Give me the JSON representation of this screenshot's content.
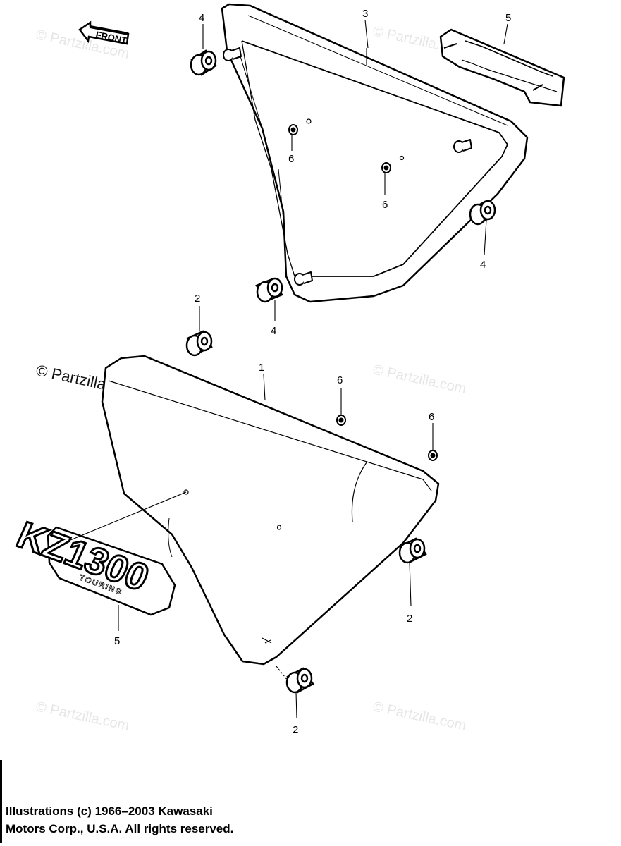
{
  "diagram": {
    "front_label": "FRONT",
    "emblem_text": "KZ1300",
    "emblem_subtext": "TOURING",
    "watermark_text": "© Partzilla.com",
    "callouts": {
      "c1": "1",
      "c2a": "2",
      "c2b": "2",
      "c2c": "2",
      "c3": "3",
      "c4a": "4",
      "c4b": "4",
      "c4c": "4",
      "c5a": "5",
      "c5b": "5",
      "c6a": "6",
      "c6b": "6",
      "c6c": "6",
      "c6d": "6"
    }
  },
  "footer": {
    "line1": "Illustrations (c) 1966–2003 Kawasaki",
    "line2": "Motors Corp., U.S.A.  All rights reserved."
  }
}
